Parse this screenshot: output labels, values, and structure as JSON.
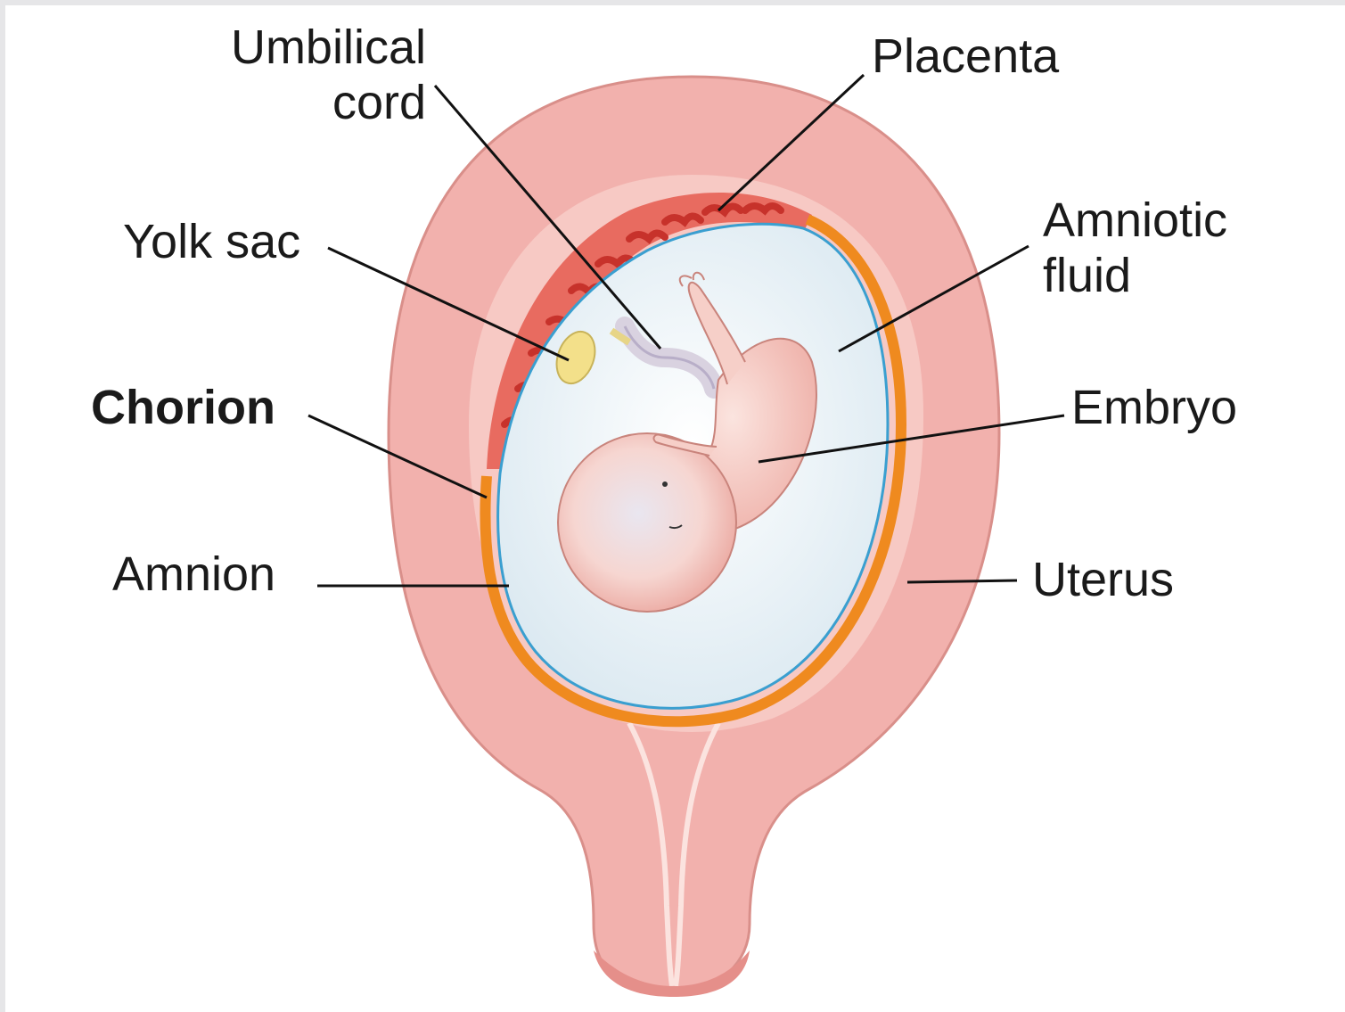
{
  "diagram": {
    "labels": {
      "umbilical_cord": [
        "Umbilical",
        "cord"
      ],
      "placenta": "Placenta",
      "yolk_sac": "Yolk sac",
      "amniotic_fluid": [
        "Amniotic",
        "fluid"
      ],
      "chorion": "Chorion",
      "embryo": "Embryo",
      "amnion": "Amnion",
      "uterus": "Uterus"
    },
    "colors": {
      "uterus_wall": "#f2b1ad",
      "uterus_inner": "#f7c9c4",
      "placenta_villi": "#d8473e",
      "chorion": "#ef8a1f",
      "amnion": "#3a9fd0",
      "amniotic_fluid": "#eaf3f8",
      "yolk_sac": "#f3e08a",
      "embryo": "#f6cfc8"
    }
  }
}
